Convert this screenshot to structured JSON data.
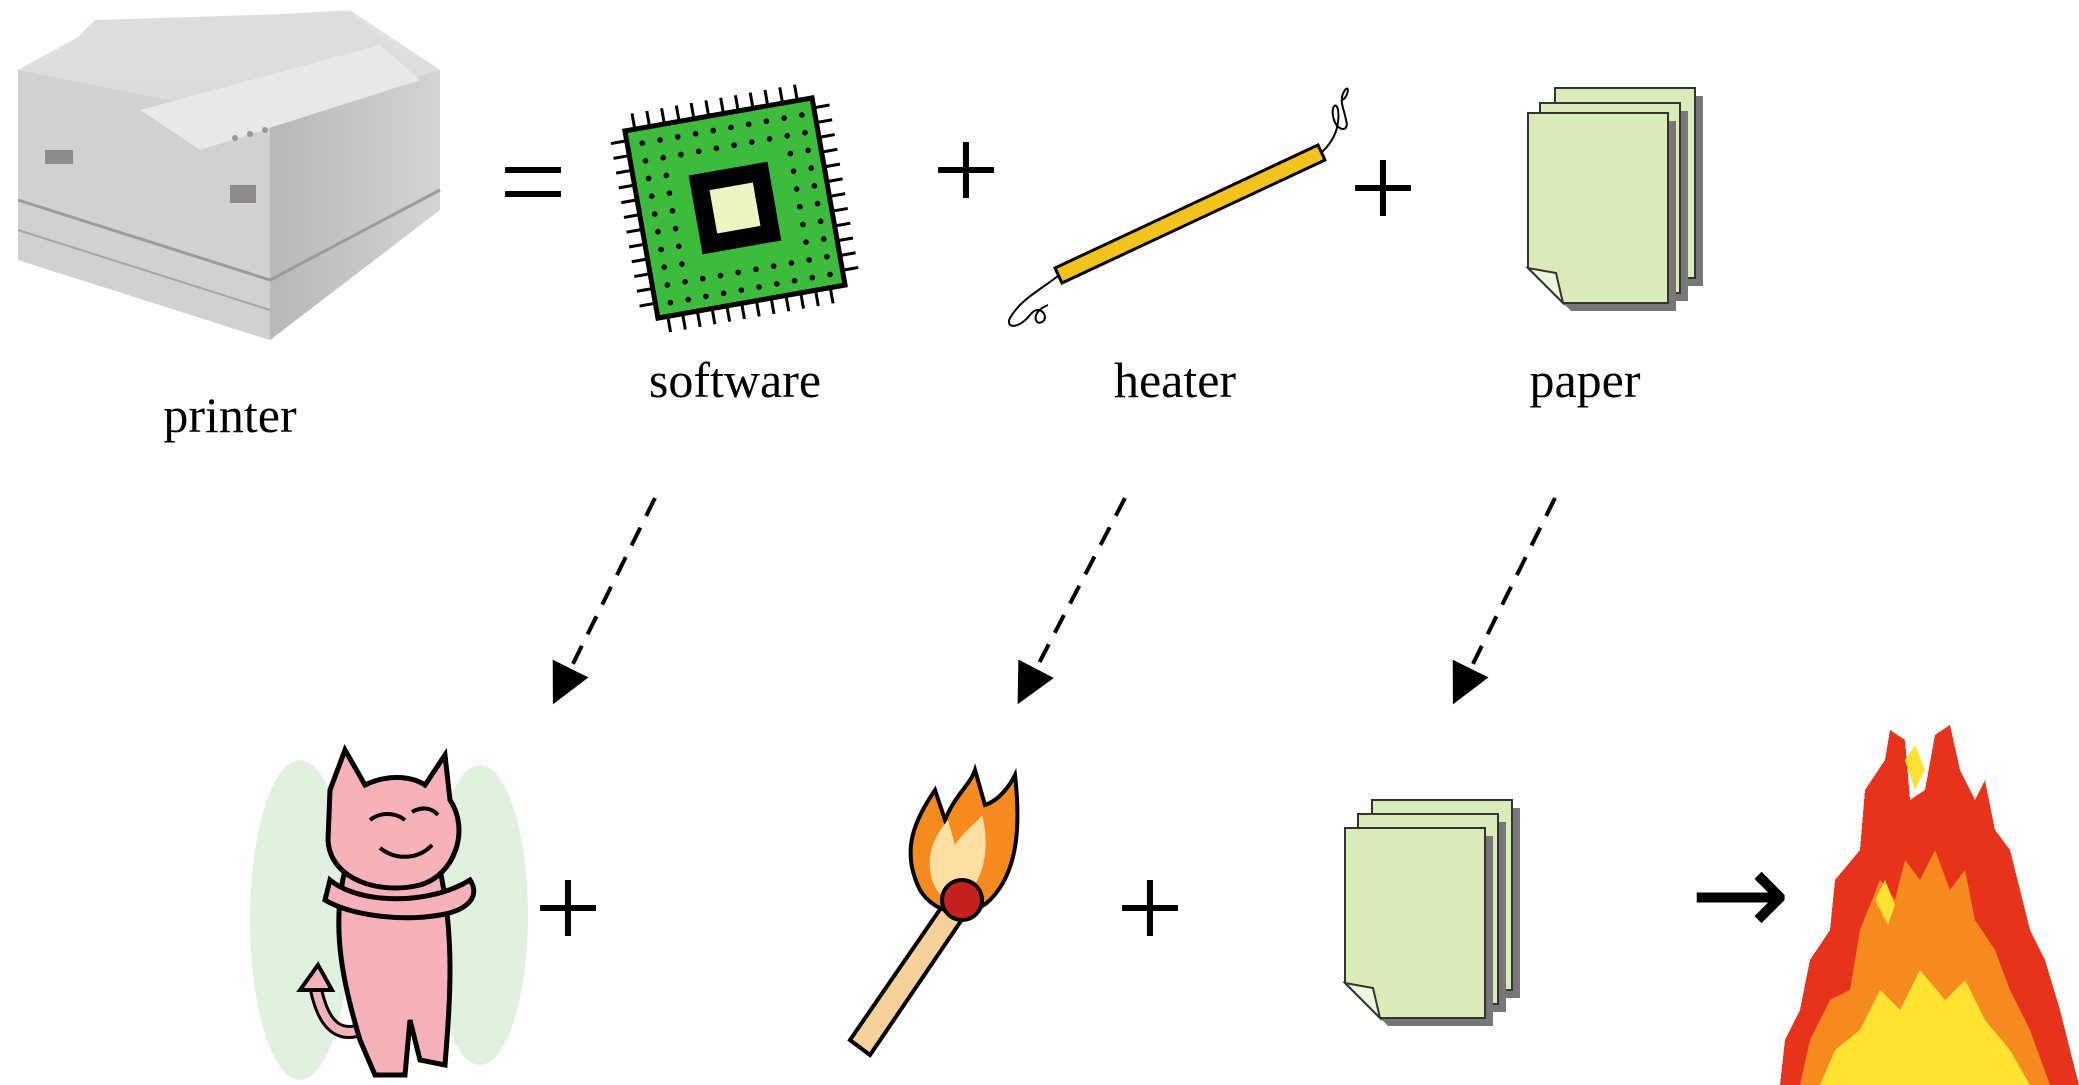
{
  "labels": {
    "printer": "printer",
    "software": "software",
    "heater": "heater",
    "paper": "paper"
  },
  "operators": {
    "equals": "=",
    "plus": "+",
    "arrow": "→"
  },
  "colors": {
    "chip_green": "#3dbb3d",
    "chip_center": "#eef5c0",
    "heater_yellow": "#f2c31a",
    "paper_green": "#d9ebb8",
    "devil_pink": "#f7b2b9",
    "devil_aura": "#dff0dc",
    "flame_red": "#e8331c",
    "flame_orange": "#f58a1f",
    "flame_yellow": "#ffe330",
    "match_head": "#c8201c",
    "match_stick": "#f4d29a",
    "printer_gray": "#cbc8c8"
  },
  "icons": {
    "printer": "printer-icon",
    "software": "circuit-chip-icon",
    "heater": "heating-element-icon",
    "paper": "paper-stack-icon",
    "devil": "devil-icon",
    "match": "lit-match-icon",
    "paper_bottom": "paper-stack-icon",
    "fire": "fire-icon"
  }
}
